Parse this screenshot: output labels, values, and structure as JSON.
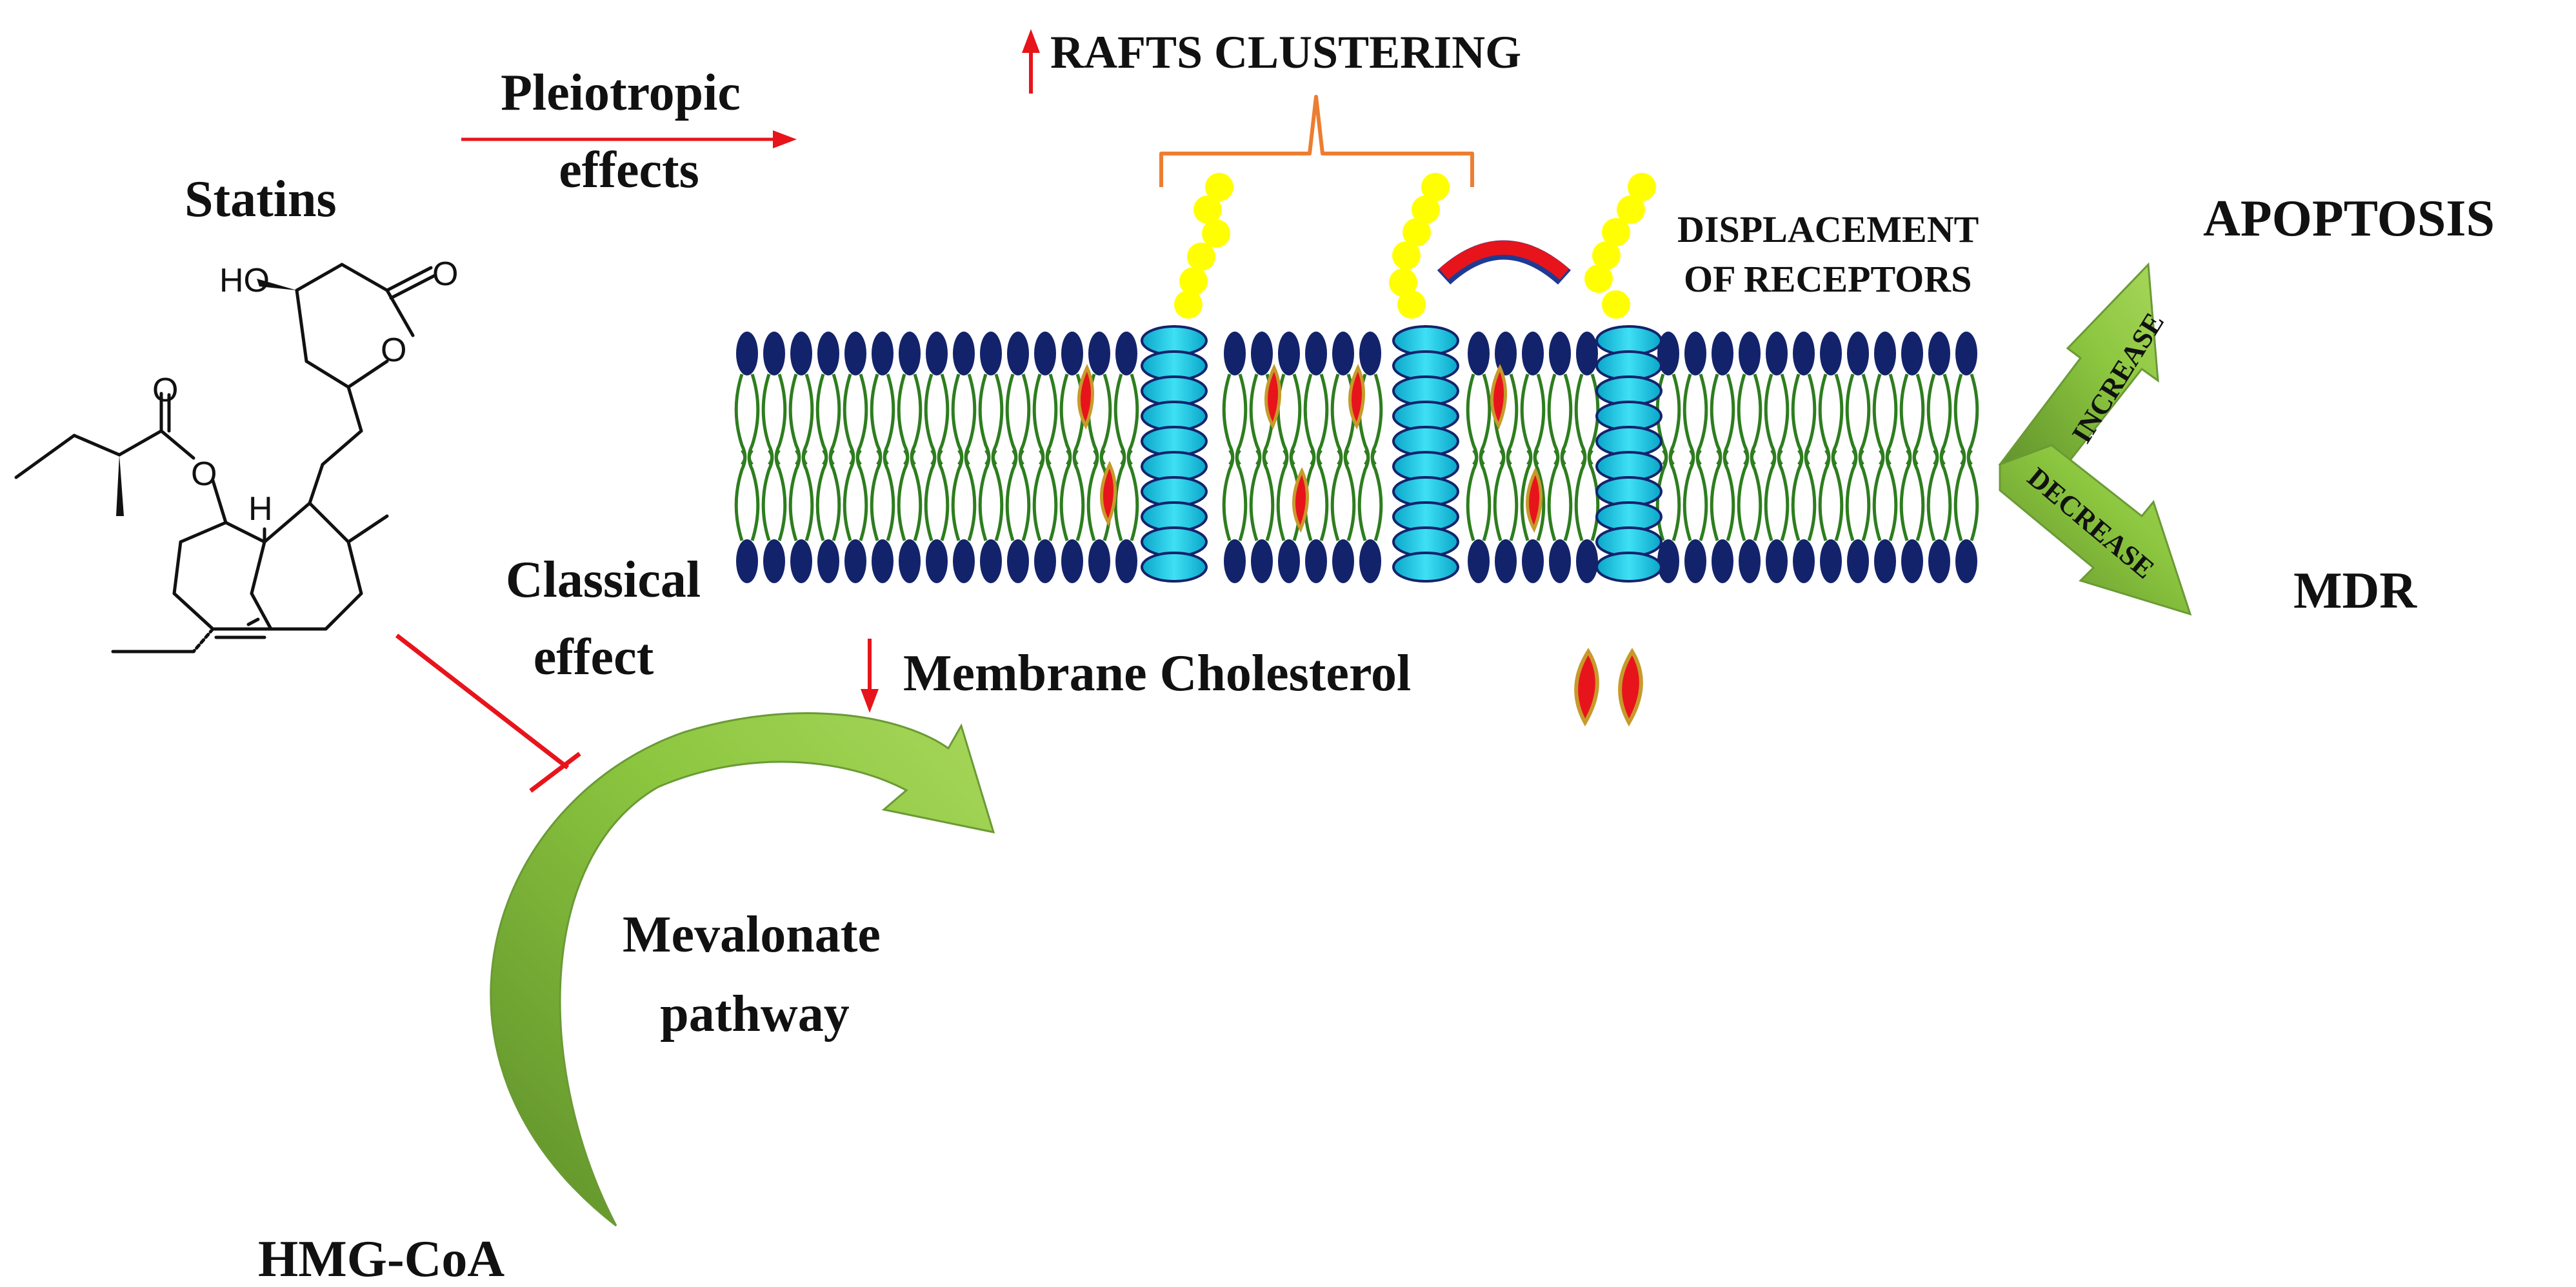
{
  "labels": {
    "statins": "Statins",
    "pleiotropic_line1": "Pleiotropic",
    "pleiotropic_line2": "effects",
    "rafts_clustering": "RAFTS CLUSTERING",
    "displacement_line1": "DISPLACEMENT",
    "displacement_line2": "OF RECEPTORS",
    "apoptosis": "APOPTOSIS",
    "mdr": "MDR",
    "increase": "INCREASE",
    "decrease": "DECREASE",
    "classical_line1": "Classical",
    "classical_line2": "effect",
    "membrane_cholesterol": "Membrane Cholesterol",
    "mevalonate_line1": "Mevalonate",
    "mevalonate_line2": "pathway",
    "hmg_coa": "HMG-CoA"
  },
  "molecule_atoms": {
    "ho": "HO",
    "o_carbonyl_lactone": "O",
    "o_ring_lactone": "O",
    "o_carbonyl_ester": "O",
    "o_ester": "O",
    "h_bridgehead": "H"
  },
  "colors": {
    "arrow_red": "#e8141b",
    "bracket_orange": "#ed7d31",
    "raft_yellow": "#ffff00",
    "receptor_cyan": "#22d3ee",
    "lipid_head_navy": "#13236b",
    "lipid_tail_green": "#2e7d1f",
    "pathway_green": "#8cc63f",
    "arc_red": "#e8141b",
    "arc_navy": "#1f3a93"
  }
}
